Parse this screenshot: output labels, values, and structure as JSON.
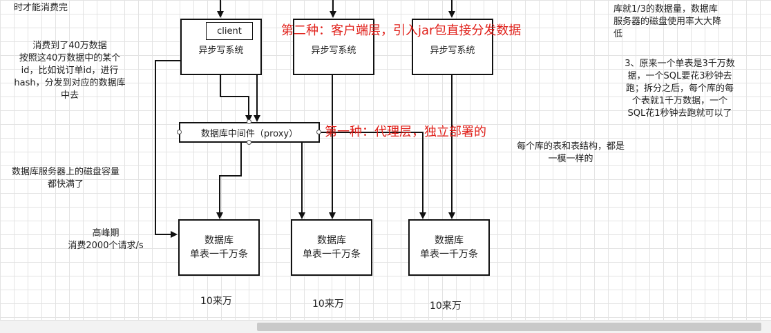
{
  "notes": {
    "top_left_fragment": "时才能消费完",
    "consume_1": "消费到了40万数据",
    "consume_2": "按照这40万数据中的某个",
    "consume_3": "id，比如说订单id，进行",
    "consume_4": "hash，分发到对应的数据库",
    "consume_5": "中去",
    "disk_1": "数据库服务器上的磁盘容量",
    "disk_2": "都快满了",
    "peak_1": "高峰期",
    "peak_2": "消费2000个请求/s",
    "right_top_1": "库就1/3的数据量，数据库",
    "right_top_2": "服务器的磁盘使用率大大降",
    "right_top_3": "低",
    "right_3_1": "3、原来一个单表是3千万数",
    "right_3_2": "据，一个SQL要花3秒钟去",
    "right_3_3": "跑；拆分之后，每个库的每",
    "right_3_4": "个表就1千万数据，一个",
    "right_3_5": "SQL花1秒钟去跑就可以了",
    "same_1": "每个库的表和表结构，都是",
    "same_2": "一模一样的"
  },
  "annotations": {
    "second": "第二种：客户端层，引入jar包直接分发数据",
    "first": "第一种：代理层，独立部署的"
  },
  "boxes": {
    "client": "client",
    "async_1": "异步写系统",
    "async_2": "异步写系统",
    "async_3": "异步写系统",
    "proxy": "数据库中间件（proxy）",
    "db_1_l1": "数据库",
    "db_1_l2": "单表一千万条",
    "db_2_l1": "数据库",
    "db_2_l2": "单表一千万条",
    "db_3_l1": "数据库",
    "db_3_l2": "单表一千万条"
  },
  "counts": {
    "c1": "10来万",
    "c2": "10来万",
    "c3": "10来万"
  },
  "colors": {
    "annotation_red": "#e0201a",
    "line": "#111111"
  }
}
